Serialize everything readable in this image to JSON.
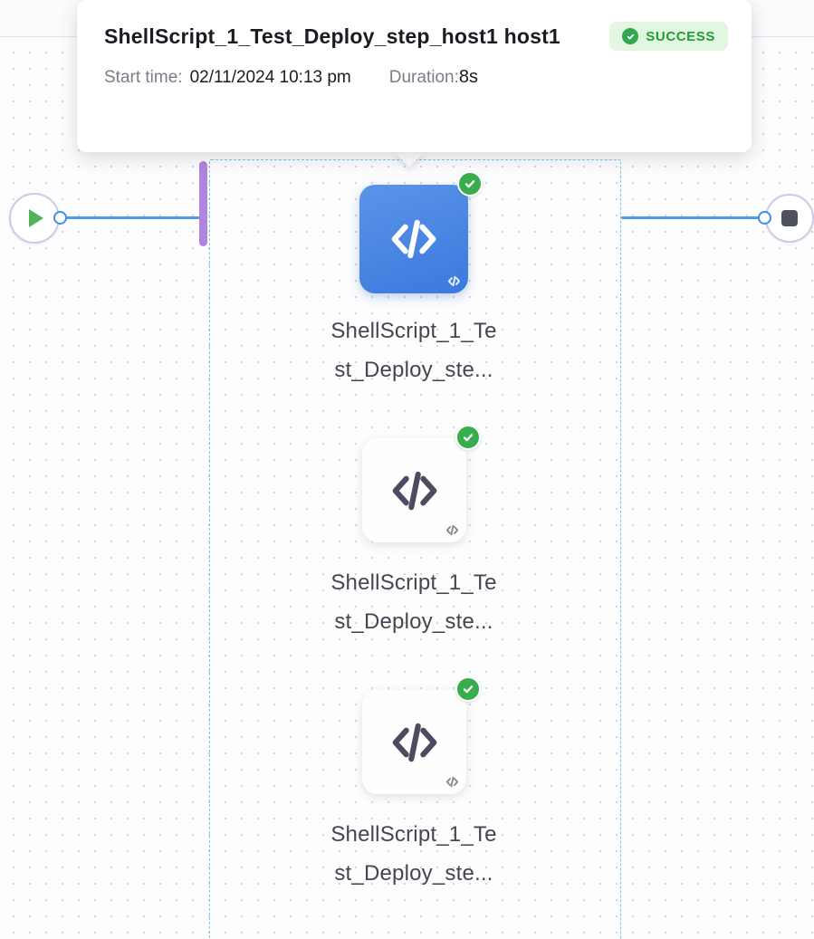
{
  "tooltip": {
    "title": "ShellScript_1_Test_Deploy_step_host1 host1",
    "status_label": "SUCCESS",
    "start_time_label": "Start time:",
    "start_time_value": "02/11/2024 10:13 pm",
    "duration_label": "Duration:",
    "duration_value": "8s"
  },
  "pipeline": {
    "start_node": {
      "icon": "play-icon"
    },
    "end_node": {
      "icon": "stop-icon"
    },
    "steps": [
      {
        "label_line1": "ShellScript_1_Te",
        "label_line2": "st_Deploy_ste...",
        "status": "success",
        "selected": true,
        "icon": "code-icon"
      },
      {
        "label_line1": "ShellScript_1_Te",
        "label_line2": "st_Deploy_ste...",
        "status": "success",
        "selected": false,
        "icon": "code-icon"
      },
      {
        "label_line1": "ShellScript_1_Te",
        "label_line2": "st_Deploy_ste...",
        "status": "success",
        "selected": false,
        "icon": "code-icon"
      }
    ]
  },
  "colors": {
    "accent_blue": "#4384e2",
    "line_blue": "#4d9be9",
    "success_green": "#2fa84f",
    "badge_bg": "#e2f6e2",
    "badge_text": "#1f9e33",
    "dashed_border": "#7cc5e9",
    "purple_marker": "#b184dd"
  }
}
